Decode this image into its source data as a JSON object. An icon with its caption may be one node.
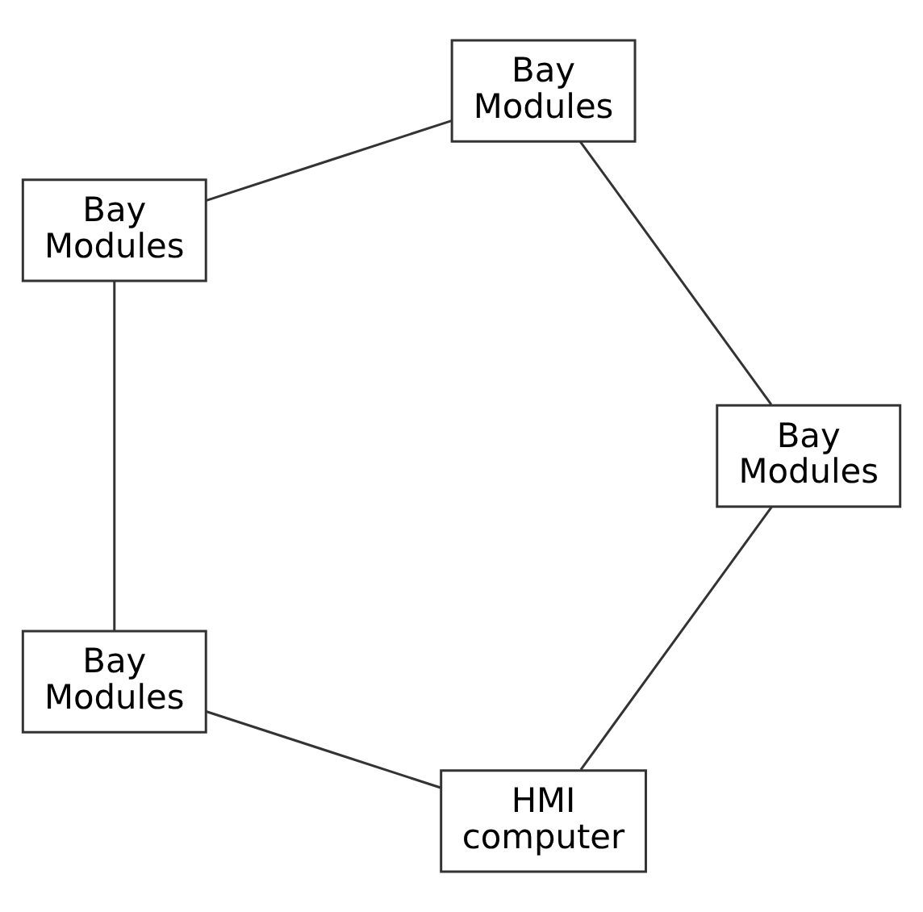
{
  "diagram": {
    "nodes": [
      {
        "text": [
          "HMI computer"
        ]
      },
      {
        "text": [
          "Bay Modules"
        ]
      },
      {
        "text": [
          "Bay Modules"
        ]
      },
      {
        "text": [
          "Bay Modules"
        ]
      },
      {
        "text": [
          "Bay Modules"
        ]
      }
    ],
    "edges": [
      {
        "from": 0,
        "to": 2,
        "arrow": "none"
      },
      {
        "from": 2,
        "to": 4,
        "arrow": "none"
      },
      {
        "from": 4,
        "to": 3,
        "arrow": "none"
      },
      {
        "from": 3,
        "to": 1,
        "arrow": "none"
      },
      {
        "from": 1,
        "to": 0,
        "arrow": "none"
      }
    ]
  }
}
